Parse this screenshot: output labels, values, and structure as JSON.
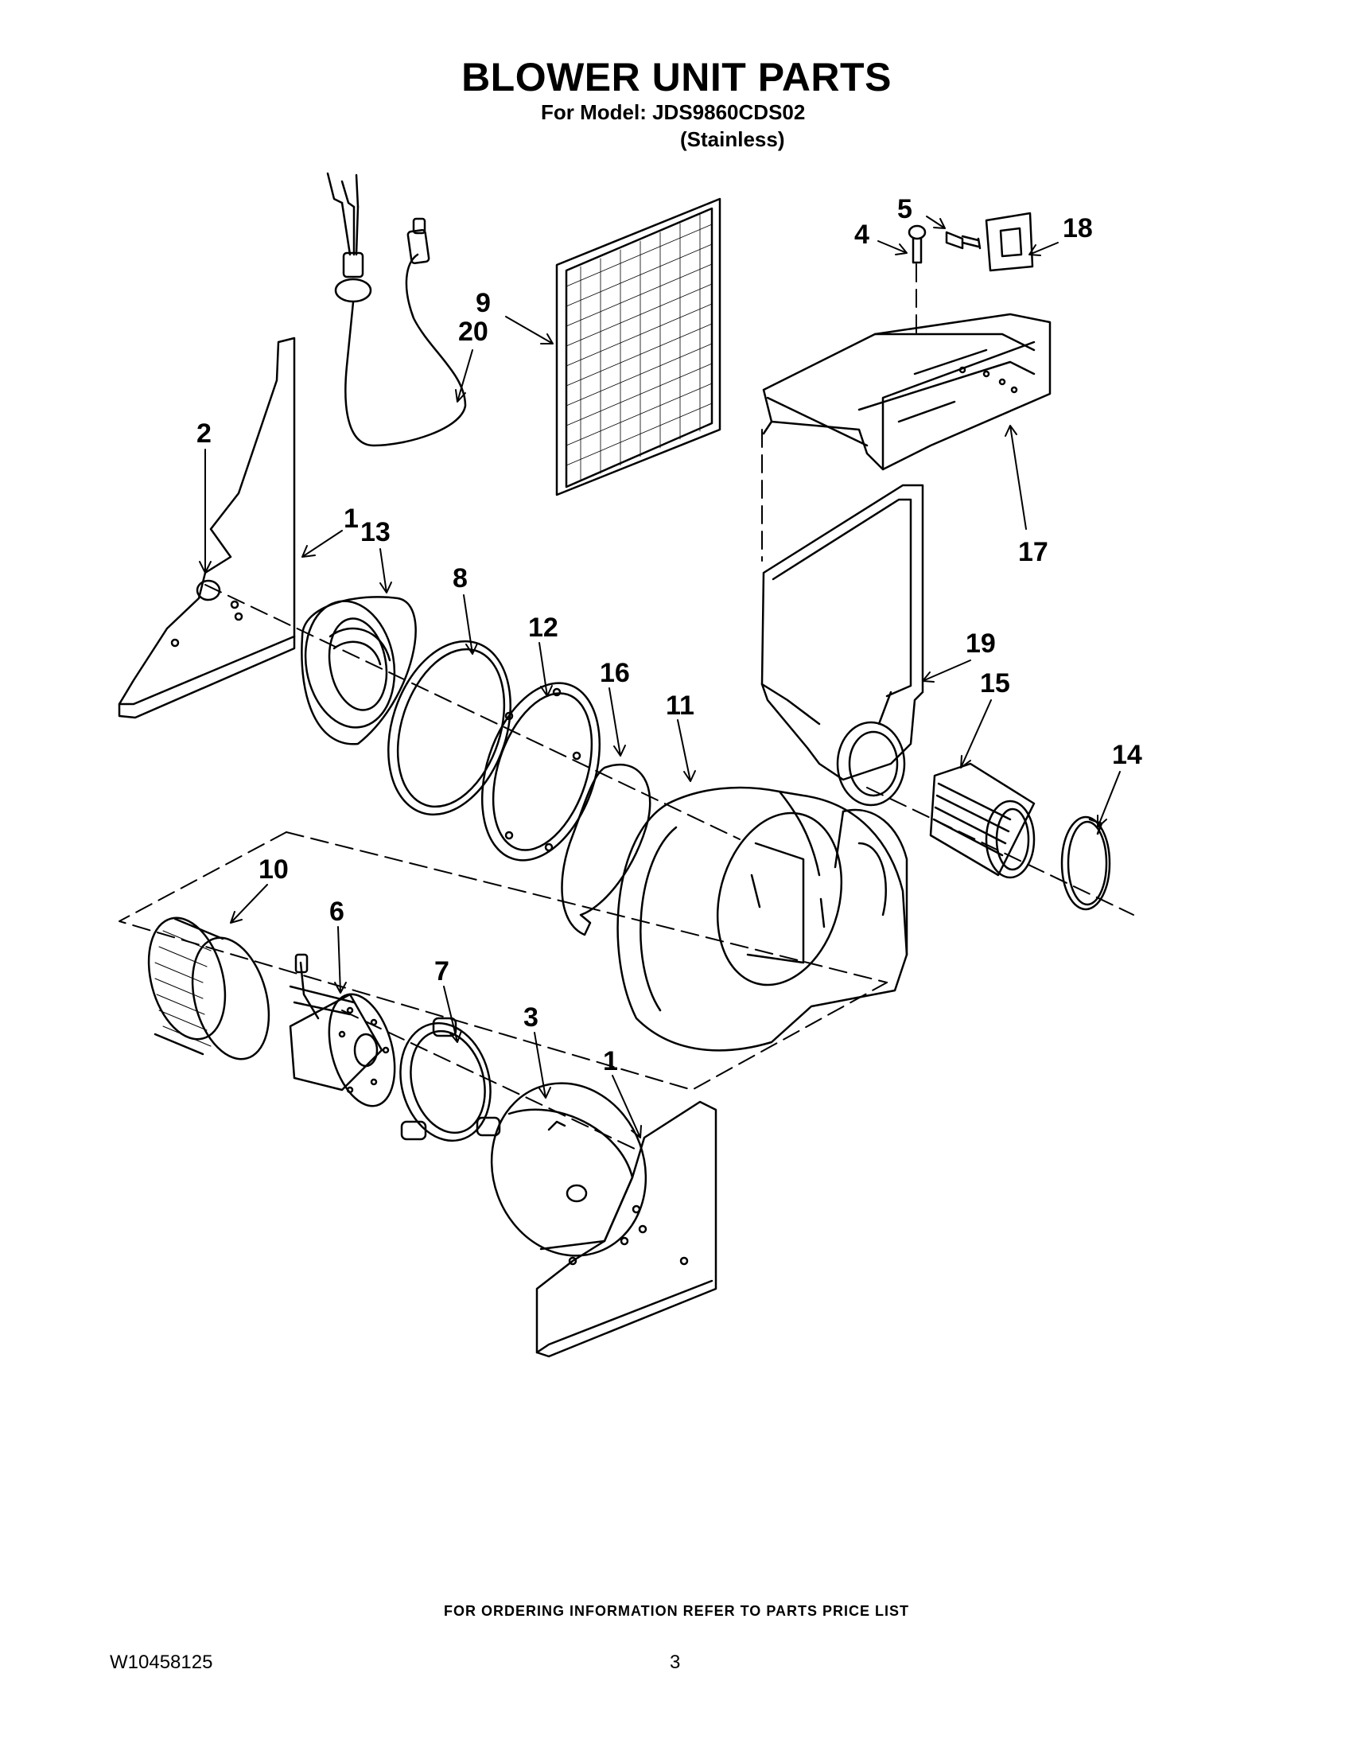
{
  "header": {
    "title": "BLOWER UNIT PARTS",
    "model_line": "For Model: JDS9860CDS02",
    "variant": "(Stainless)"
  },
  "callouts": [
    "1",
    "2",
    "3",
    "4",
    "5",
    "6",
    "7",
    "8",
    "9",
    "10",
    "11",
    "12",
    "13",
    "14",
    "15",
    "16",
    "17",
    "18",
    "19",
    "20"
  ],
  "footer": {
    "ordering_note": "FOR ORDERING INFORMATION REFER TO PARTS PRICE LIST",
    "doc_number": "W10458125",
    "page_number": "3"
  }
}
